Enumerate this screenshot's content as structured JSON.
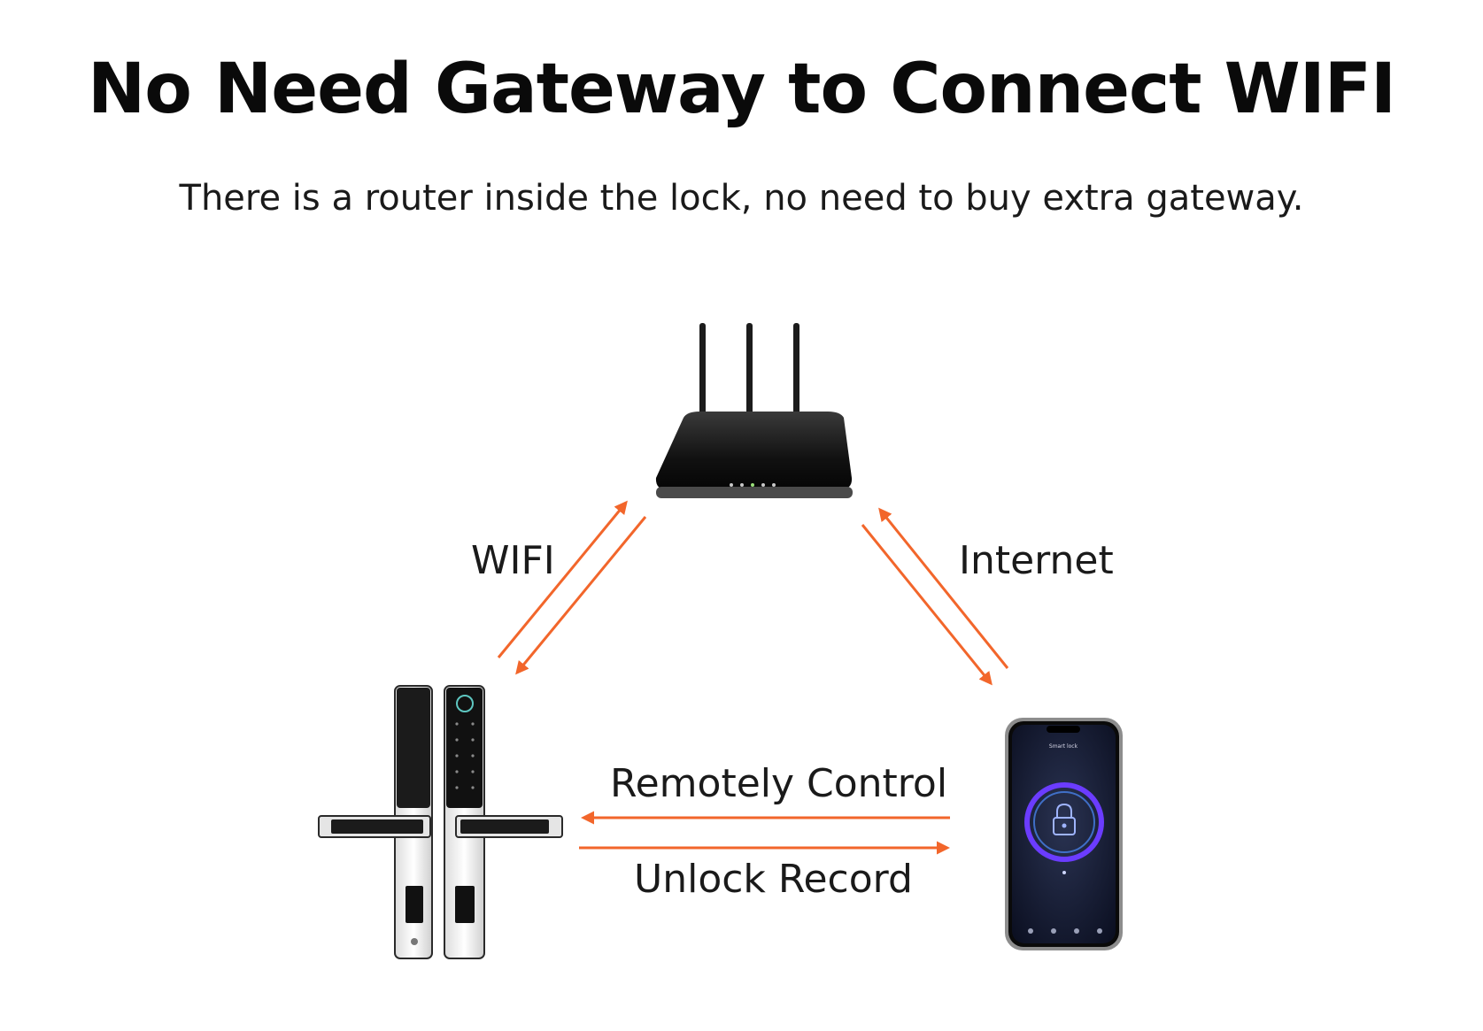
{
  "header": {
    "title": "No Need Gateway to Connect WIFI",
    "subtitle": "There is a router inside the lock, no need to buy extra gateway."
  },
  "nodes": {
    "router": {
      "label": ""
    },
    "lock": {
      "label": ""
    },
    "phone": {
      "app_title": "Smart lock"
    }
  },
  "links": {
    "wifi": "WIFI",
    "internet": "Internet",
    "remote_control": "Remotely Control",
    "unlock_record": "Unlock Record"
  },
  "colors": {
    "arrow": "#f2662b",
    "device_dark": "#1b1b1b",
    "phone_ring": "#6b3cff"
  }
}
